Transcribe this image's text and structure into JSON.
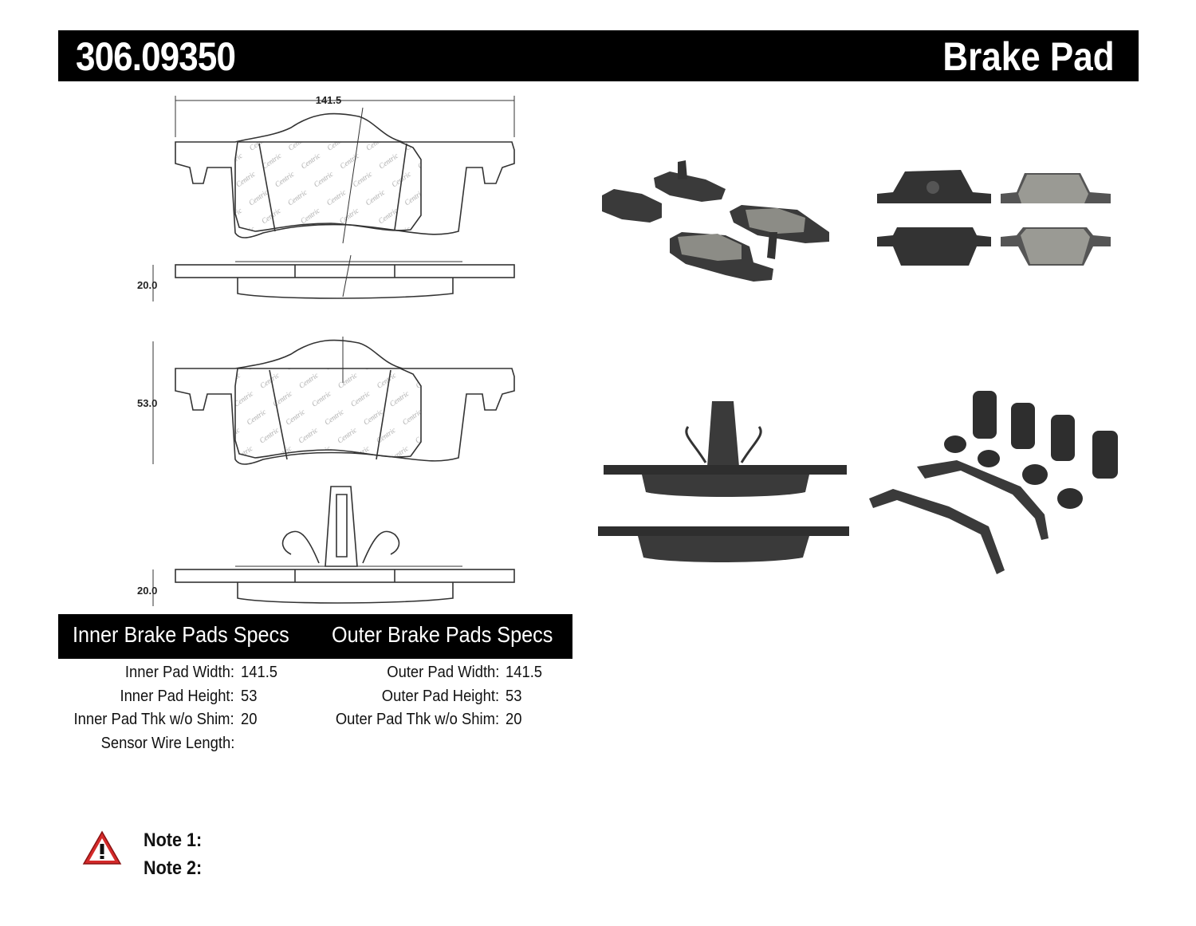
{
  "header": {
    "part_number": "306.09350",
    "doc_type": "Brake Pad"
  },
  "drawing": {
    "dimensions": {
      "width": "141.5",
      "thickness_top": "20.0",
      "height": "53.0",
      "thickness_bottom": "20.0"
    }
  },
  "specs": {
    "inner_title": "Inner Brake Pads Specs",
    "outer_title": "Outer Brake Pads Specs",
    "inner": [
      {
        "label": "Inner Pad Width:",
        "value": "141.5"
      },
      {
        "label": "Inner Pad Height:",
        "value": "53"
      },
      {
        "label": "Inner Pad Thk w/o Shim:",
        "value": "20"
      },
      {
        "label": "Sensor Wire Length:",
        "value": ""
      }
    ],
    "outer": [
      {
        "label": "Outer Pad Width:",
        "value": "141.5"
      },
      {
        "label": "Outer Pad Height:",
        "value": "53"
      },
      {
        "label": "Outer Pad Thk w/o Shim:",
        "value": "20"
      }
    ]
  },
  "notes": {
    "note1": "Note 1:",
    "note2": "Note 2:"
  },
  "colors": {
    "header_bg": "#000000",
    "pad_friction": "#8c8c86",
    "backing_plate": "#2e2e2e",
    "warning_red": "#d42a2a"
  },
  "icons": {
    "warning": "warning-triangle-icon"
  }
}
